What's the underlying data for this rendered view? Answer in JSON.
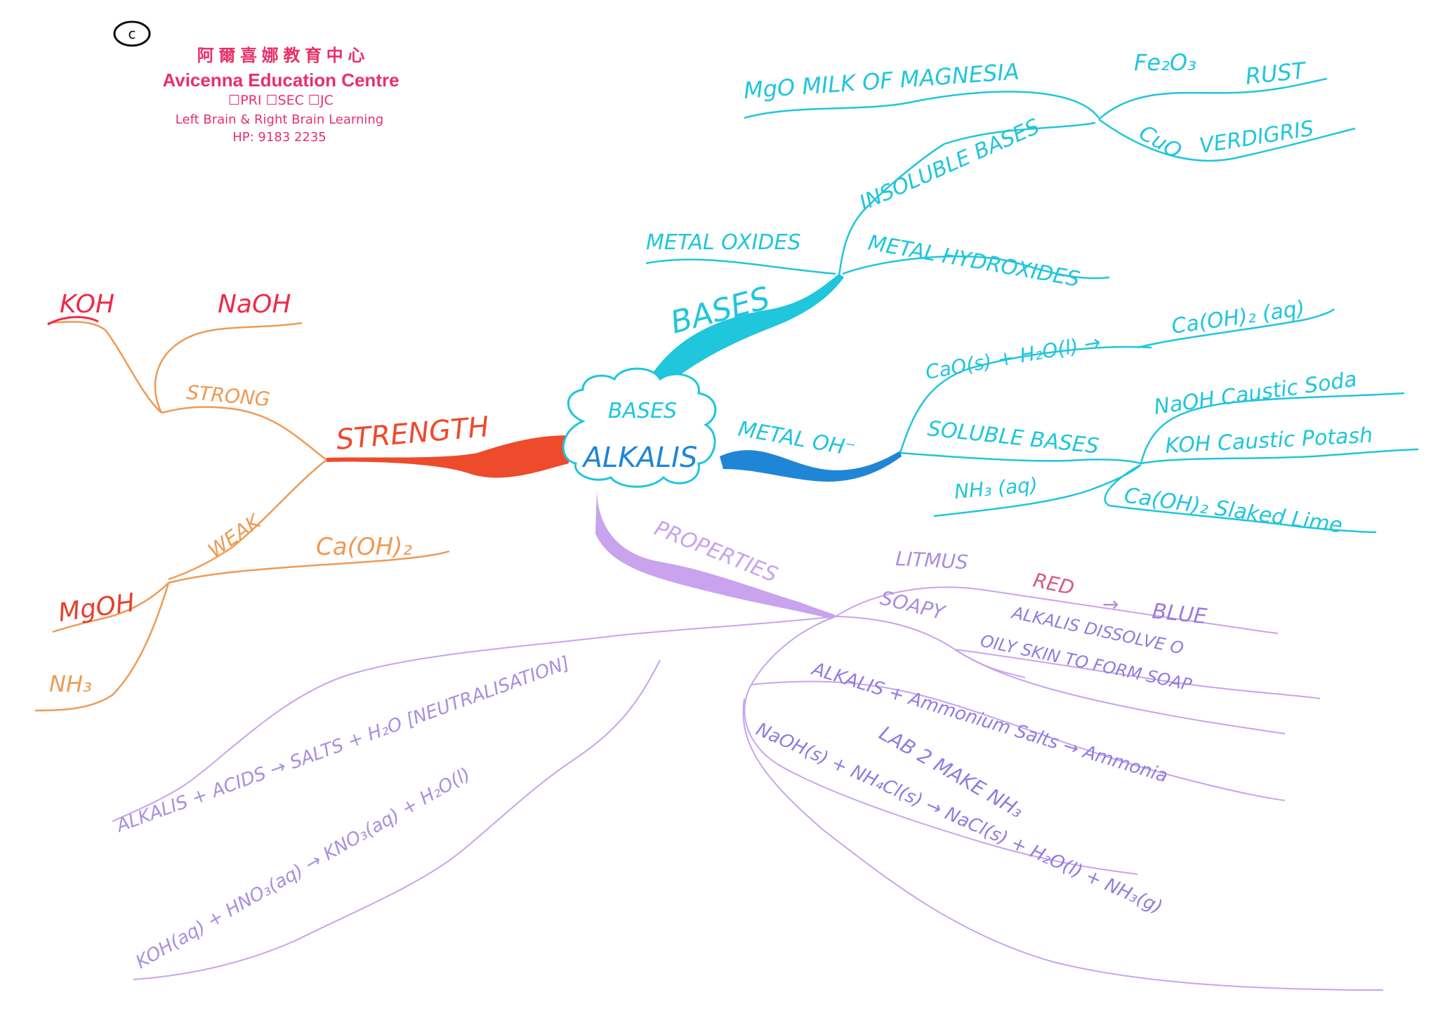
{
  "stamp": {
    "copyright": "c",
    "chinese_name": "阿 爾 喜 娜 教 育 中 心",
    "name": "Avicenna Education Centre",
    "levels": "☐PRI     ☐SEC     ☐JC",
    "tagline": "Left Brain & Right Brain Learning",
    "phone": "HP: 9183 2235"
  },
  "center": {
    "top": "BASES",
    "main": "ALKALIS"
  },
  "branches": {
    "bases": {
      "label": "BASES",
      "metal_oxides": "METAL OXIDES",
      "metal_hydroxides": "METAL HYDROXIDES",
      "insoluble_bases": "INSOLUBLE BASES",
      "mgo": "MgO MILK OF MAGNESIA",
      "fe2o3": "Fe₂O₃",
      "rust": "RUST",
      "cuo": "CuO",
      "verdigris": "VERDIGRIS"
    },
    "metal_oh": {
      "label": "METAL OH⁻",
      "equation": "CaO(s) + H₂O(l) →",
      "product": "Ca(OH)₂ (aq)",
      "soluble_bases": "SOLUBLE BASES",
      "naoh": "NaOH Caustic Soda",
      "koh": "KOH Caustic Potash",
      "nh3": "NH₃ (aq)",
      "caoh2": "Ca(OH)₂ Slaked Lime"
    },
    "strength": {
      "label": "STRENGTH",
      "strong": "STRONG",
      "koh": "KOH",
      "naoh": "NaOH",
      "weak": "WEAK",
      "caoh2": "Ca(OH)₂",
      "mgoh": "MgOH",
      "nh3": "NH₃"
    },
    "properties": {
      "label": "PROPERTIES",
      "litmus": "LITMUS",
      "red": "RED",
      "arrow": "→",
      "blue": "BLUE",
      "soapy": "SOAPY",
      "dissolve": "ALKALIS DISSOLVE O",
      "oily": "OILY SKIN TO FORM SOAP",
      "ammonium": "ALKALIS + Ammonium Salts → Ammonia",
      "lab": "LAB 2 MAKE NH₃",
      "nh4_eq": "NaOH(s) + NH₄Cl(s) → NaCl(s) + H₂O(l) + NH₃(g)",
      "neutral": "ALKALIS + ACIDS → SALTS + H₂O [NEUTRALISATION]",
      "koh_eq": "KOH(aq) + HNO₃(aq) → KNO₃(aq) + H₂O(l)"
    }
  },
  "colors": {
    "stamp": "#e8306a",
    "cyan": "#1fc6dc",
    "blue": "#1f86d6",
    "red": "#ee4a2c",
    "orange": "#ef9a55",
    "violet": "#8f7de0",
    "violet_dark": "#8a78d2",
    "lilac": "#c9a3ee"
  }
}
